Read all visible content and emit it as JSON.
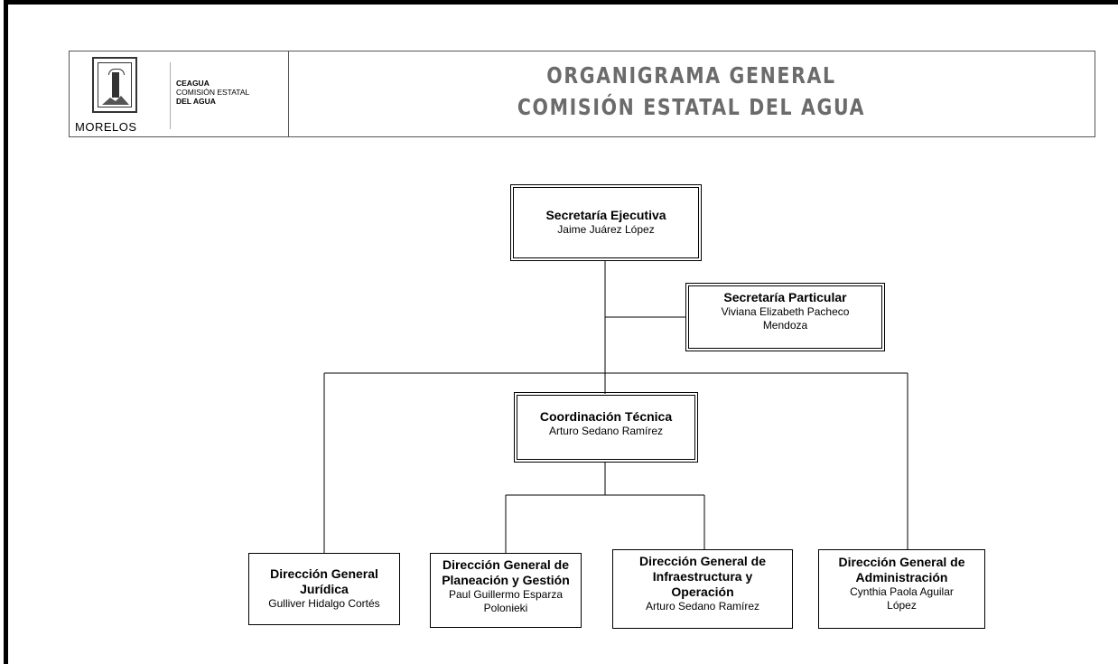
{
  "header": {
    "logo_state": "MORELOS",
    "logo_line1": "CEAGUA",
    "logo_line2": "COMISIÓN ESTATAL",
    "logo_line3": "DEL AGUA",
    "title_line1": "ORGANIGRAMA GENERAL",
    "title_line2": "COMISIÓN ESTATAL DEL AGUA"
  },
  "org": {
    "secretaria_ejecutiva": {
      "title": "Secretaría Ejecutiva",
      "name": "Jaime Juárez López"
    },
    "secretaria_particular": {
      "title": "Secretaría Particular",
      "name_line1": "Viviana Elizabeth Pacheco",
      "name_line2": "Mendoza"
    },
    "coordinacion_tecnica": {
      "title": "Coordinación Técnica",
      "name": "Arturo Sedano Ramírez"
    },
    "direccion_juridica": {
      "title_line1": "Dirección General",
      "title_line2": "Jurídica",
      "name": "Gulliver Hidalgo Cortés"
    },
    "direccion_planeacion": {
      "title_line1": "Dirección General de",
      "title_line2": "Planeación y Gestión",
      "name_line1": "Paul Guillermo Esparza",
      "name_line2": "Polonieki"
    },
    "direccion_infraestructura": {
      "title_line1": "Dirección General de",
      "title_line2": "Infraestructura y",
      "title_line3": "Operación",
      "name": "Arturo Sedano Ramírez"
    },
    "direccion_administracion": {
      "title_line1": "Dirección General de",
      "title_line2": "Administración",
      "name_line1": "Cynthia Paola Aguilar",
      "name_line2": "López"
    }
  }
}
